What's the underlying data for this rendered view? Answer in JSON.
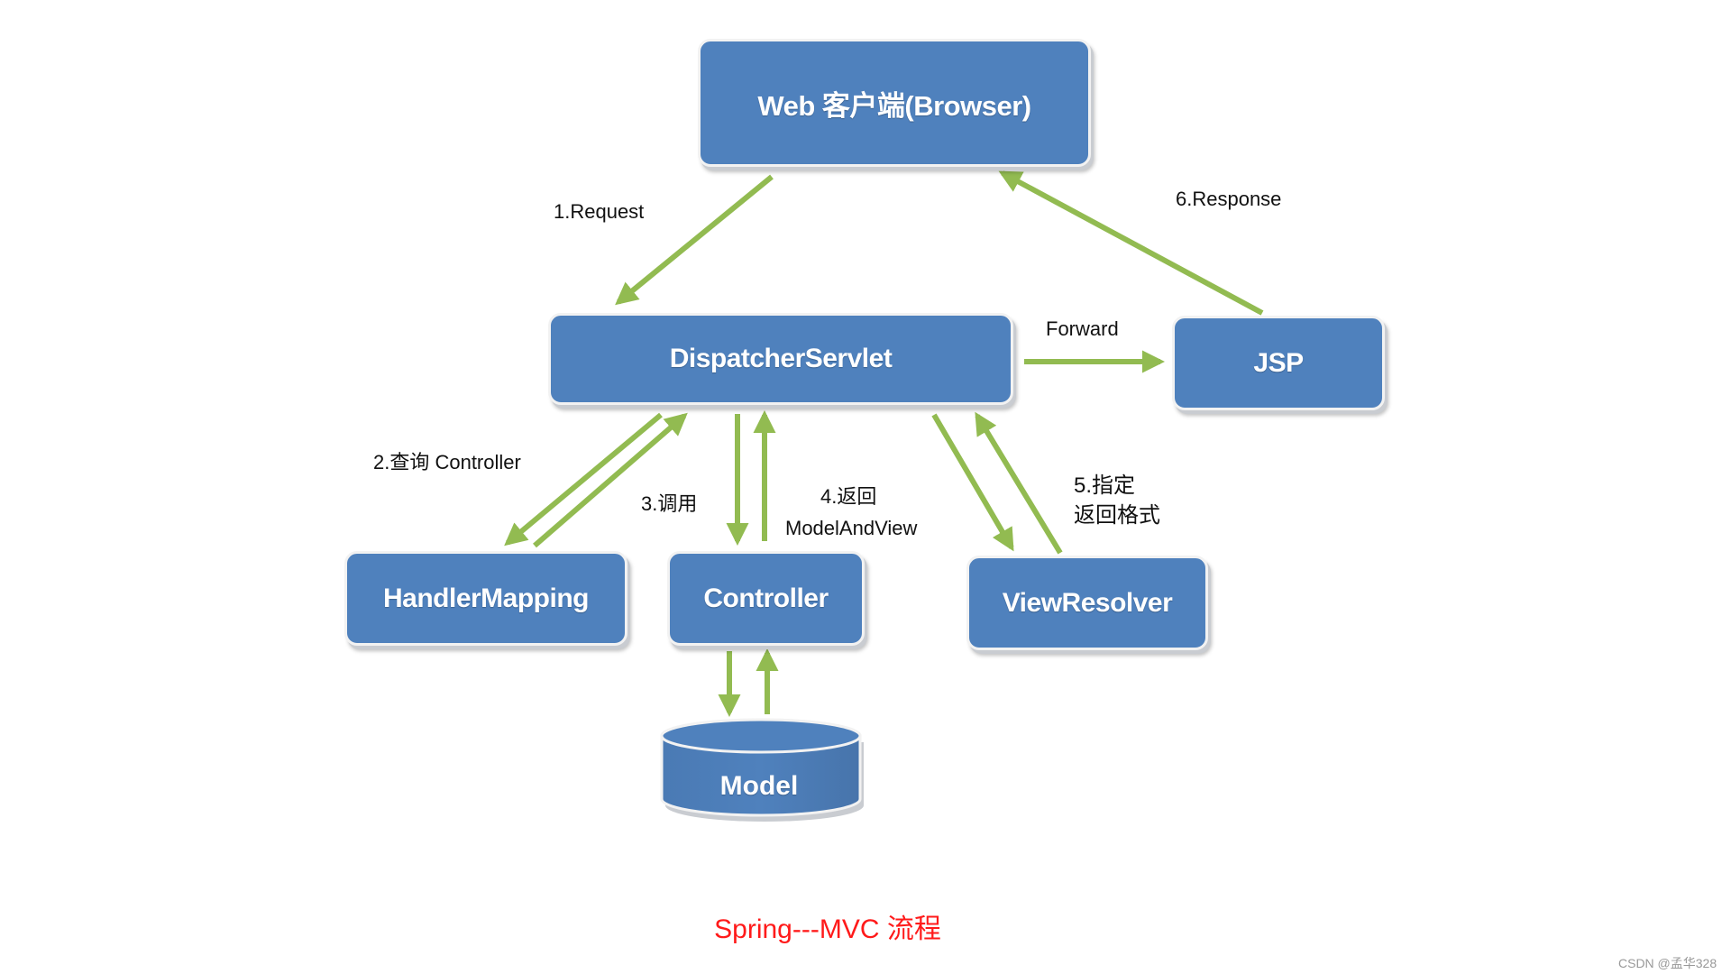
{
  "nodes": {
    "browser": "Web 客户端(Browser)",
    "dispatcher": "DispatcherServlet",
    "jsp": "JSP",
    "handler_mapping": "HandlerMapping",
    "controller": "Controller",
    "view_resolver": "ViewResolver",
    "model": "Model"
  },
  "labels": {
    "request": "1.Request",
    "response": "6.Response",
    "forward": "Forward",
    "query_controller": "2.查询 Controller",
    "invoke": "3.调用",
    "return_line1": "4.返回",
    "return_line2": "ModelAndView",
    "format_line1": "5.指定",
    "format_line2": "返回格式"
  },
  "edges": [
    {
      "from": "browser",
      "to": "dispatcher",
      "label": "1.Request"
    },
    {
      "from": "dispatcher",
      "to": "handler_mapping",
      "label": "2.查询 Controller"
    },
    {
      "from": "handler_mapping",
      "to": "dispatcher",
      "label": ""
    },
    {
      "from": "dispatcher",
      "to": "controller",
      "label": "3.调用"
    },
    {
      "from": "controller",
      "to": "dispatcher",
      "label": "4.返回 ModelAndView"
    },
    {
      "from": "controller",
      "to": "model",
      "label": ""
    },
    {
      "from": "model",
      "to": "controller",
      "label": ""
    },
    {
      "from": "dispatcher",
      "to": "view_resolver",
      "label": ""
    },
    {
      "from": "view_resolver",
      "to": "dispatcher",
      "label": "5.指定 返回格式"
    },
    {
      "from": "dispatcher",
      "to": "jsp",
      "label": "Forward"
    },
    {
      "from": "jsp",
      "to": "browser",
      "label": "6.Response"
    }
  ],
  "colors": {
    "node_fill": "#4f81bd",
    "arrow": "#92bb51",
    "title": "#ff1a1a"
  },
  "title": "Spring---MVC 流程",
  "watermark": "CSDN @孟华328"
}
